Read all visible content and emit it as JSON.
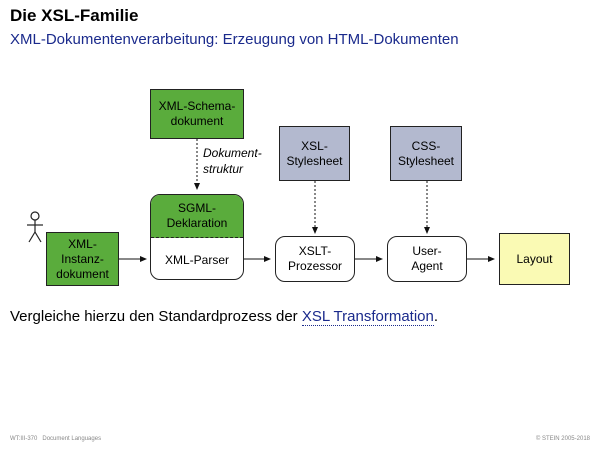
{
  "header": {
    "title": "Die XSL-Familie",
    "subtitle": "XML-Dokumentenverarbeitung: Erzeugung von HTML-Dokumenten"
  },
  "diagram": {
    "schema_line1": "XML-Schema-",
    "schema_line2": "dokument",
    "dokumentstruktur_line1": "Dokument-",
    "dokumentstruktur_line2": "struktur",
    "xsl_line1": "XSL-",
    "xsl_line2": "Stylesheet",
    "css_line1": "CSS-",
    "css_line2": "Stylesheet",
    "instanz_line1": "XML-",
    "instanz_line2": "Instanz-",
    "instanz_line3": "dokument",
    "sgml_line1": "SGML-",
    "sgml_line2": "Deklaration",
    "parser": "XML-Parser",
    "xslt_line1": "XSLT-",
    "xslt_line2": "Prozessor",
    "agent_line1": "User-",
    "agent_line2": "Agent",
    "layout": "Layout",
    "colors": {
      "green": "#5aac3c",
      "grey": "#b3b9cf",
      "yellow": "#fafab4",
      "accent": "#1a2a8c"
    }
  },
  "body": {
    "text_before": "Vergleiche hierzu den Standardprozess der ",
    "link": "XSL Transformation",
    "text_after": "."
  },
  "footer": {
    "left_code": "WT:III-370",
    "left_topic": "Document Languages",
    "right": "© STEIN 2005-2018"
  }
}
